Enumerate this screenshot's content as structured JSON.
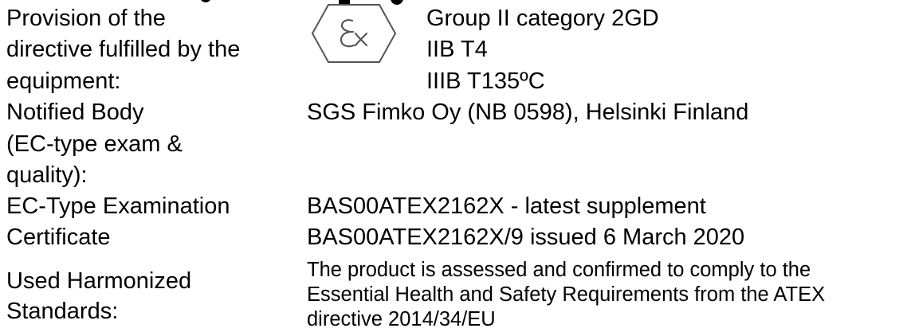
{
  "fields": {
    "provision": {
      "label_lines": [
        "Provision of the",
        "directive fulfilled by the",
        "equipment:"
      ],
      "value_lines": [
        "Group II category 2GD",
        "IIB T4",
        "IIIB T135ºC"
      ]
    },
    "notified_body": {
      "label_lines": [
        "Notified Body",
        "(EC-type exam &",
        "quality):"
      ],
      "value": "SGS Fimko Oy (NB 0598), Helsinki Finland"
    },
    "certificate": {
      "label_lines": [
        "EC-Type Examination",
        "Certificate"
      ],
      "value_lines": [
        "BAS00ATEX2162X  -  latest supplement",
        "BAS00ATEX2162X/9 issued 6 March 2020"
      ]
    },
    "standards": {
      "label_lines": [
        "Used Harmonized",
        "Standards:"
      ],
      "value_lines": [
        "The product is assessed and confirmed to comply to the",
        "Essential Health and Safety Requirements from the ATEX",
        "directive 2014/34/EU"
      ]
    }
  },
  "ex_mark": {
    "icon": "atex-ex-hexagon-icon",
    "color": "#555555"
  }
}
